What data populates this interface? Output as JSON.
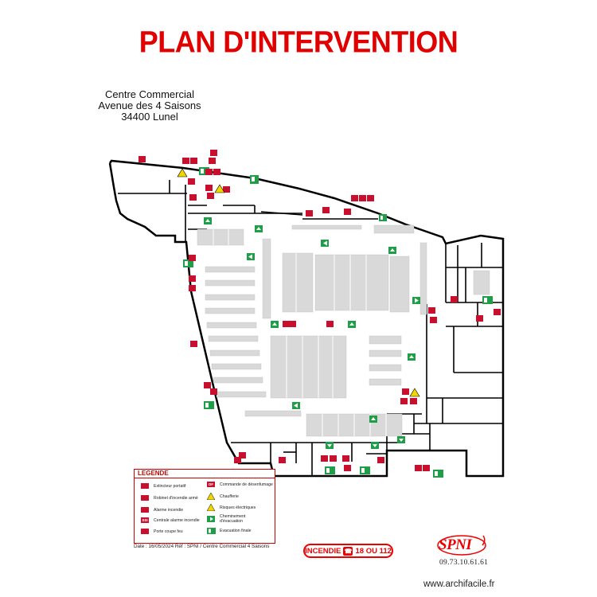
{
  "header": {
    "title": "PLAN D'INTERVENTION"
  },
  "address": {
    "line1": "Centre Commercial",
    "line2": "Avenue des 4 Saisons",
    "line3": "34400 Lunel"
  },
  "legend": {
    "title": "LEGENDE",
    "items_left": [
      {
        "label": "Extincteur portatif",
        "icon": "extinguisher-icon",
        "color": "#c8102e"
      },
      {
        "label": "Robinet d'incendie armé",
        "icon": "fire-hose-icon",
        "color": "#c8102e"
      },
      {
        "label": "Alarme incendie",
        "icon": "fire-alarm-icon",
        "color": "#c8102e"
      },
      {
        "label": "Centrale alarme incendie",
        "icon": "alarm-panel-icon",
        "color": "#c8102e",
        "badge": "SSI"
      },
      {
        "label": "Porte coupe feu",
        "icon": "fire-door-icon",
        "color": "#c8102e"
      }
    ],
    "items_right": [
      {
        "label": "Commande de désenfumage",
        "icon": "smoke-control-icon",
        "color": "#c8102e",
        "badge": "DF"
      },
      {
        "label": "Chaufferie",
        "icon": "boiler-warning-icon",
        "color": "#f2d600"
      },
      {
        "label": "Risques électriques",
        "icon": "electrical-warning-icon",
        "color": "#f2d600"
      },
      {
        "label": "Cheminement d'évacuation",
        "icon": "evacuation-arrow-icon",
        "color": "#1e9e47"
      },
      {
        "label": "Evacuation finale",
        "icon": "final-exit-icon",
        "color": "#1e9e47"
      }
    ]
  },
  "footer_info": {
    "date_ref": "Date : 16/05/2024 Réf : SPNI / Centre Commercial 4 Saisons"
  },
  "emergency": {
    "label": "INCENDIE",
    "numbers": "18 OU 112"
  },
  "company": {
    "name": "SPNI",
    "phone": "09.73.10.61.61"
  },
  "watermark": {
    "text": "www.archifacile.fr"
  },
  "colors": {
    "title_red": "#e10000",
    "safety_red": "#c8102e",
    "exit_green": "#1e9e47",
    "warning_yellow": "#f2d600",
    "wall": "#000000",
    "shelf_grey": "#d9d9d9"
  }
}
